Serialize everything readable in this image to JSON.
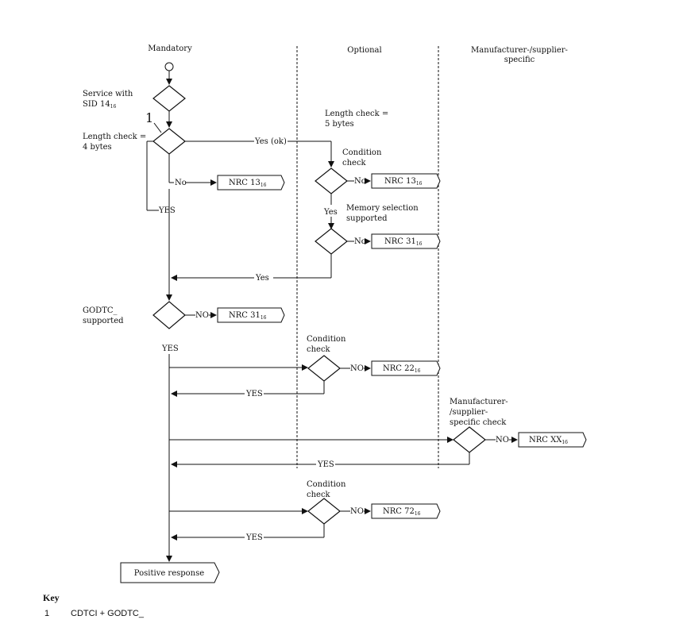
{
  "columns": {
    "mandatory": "Mandatory",
    "optional": "Optional",
    "manufacturer_line1": "Manufacturer-/supplier-",
    "manufacturer_line2": "specific"
  },
  "labels": {
    "service_line1": "Service with",
    "service_line2": "SID 14",
    "service_sub": "16",
    "marker": "1",
    "length4_line1": "Length  check =",
    "length4_line2": "4 bytes",
    "length5_line1": "Length check =",
    "length5_line2": "5 bytes",
    "cond_line1": "Condition",
    "cond_line2": "check",
    "memsel_line1": "Memory selection",
    "memsel_line2": "supported",
    "godtc_line1": "GODTC_",
    "godtc_line2": "supported",
    "mfr_line1": "Manufacturer-",
    "mfr_line2": "/supplier-",
    "mfr_line3": "specific check"
  },
  "branches": {
    "yes_ok": "Yes (ok)",
    "no": "No",
    "yes_upper": "YES",
    "yes": "Yes",
    "no_upper": "NO"
  },
  "responses": {
    "nrc13": "NRC 13",
    "nrc31": "NRC 31",
    "nrc22": "NRC 22",
    "nrcxx": "NRC XX",
    "nrc72": "NRC 72",
    "sub16": "16",
    "positive": "Positive response"
  },
  "key": {
    "heading": "Key",
    "item_number": "1",
    "item_text": "CDTCI + GODTC_"
  }
}
